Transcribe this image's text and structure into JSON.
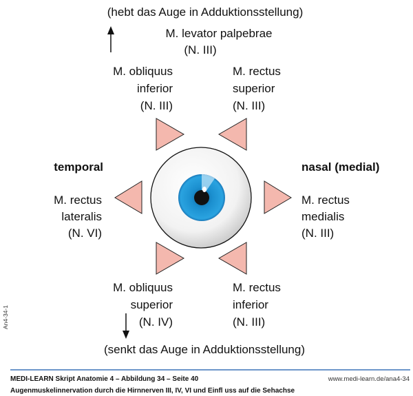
{
  "top_caption": "(hebt das Auge in Adduktionsstellung)",
  "bottom_caption": "(senkt das Auge in Adduktionsstellung)",
  "levator": {
    "name": "M. levator palpebrae",
    "nerve": "(N. III)"
  },
  "obliquus_inferior": {
    "line1": "M. obliquus",
    "line2": "inferior",
    "nerve": "(N. III)"
  },
  "rectus_superior": {
    "line1": "M. rectus",
    "line2": "superior",
    "nerve": "(N. III)"
  },
  "temporal_label": "temporal",
  "nasal_label": "nasal (medial)",
  "rectus_lateralis": {
    "line1": "M. rectus",
    "line2": "lateralis",
    "nerve": "(N. VI)"
  },
  "rectus_medialis": {
    "line1": "M. rectus",
    "line2": "medialis",
    "nerve": "(N. III)"
  },
  "obliquus_superior": {
    "line1": "M. obliquus",
    "line2": "superior",
    "nerve": "(N. IV)"
  },
  "rectus_inferior": {
    "line1": "M. rectus",
    "line2": "inferior",
    "nerve": "(N. III)"
  },
  "figure_id": "An4-34-1",
  "footer": {
    "source": "MEDI-LEARN Skript Anatomie 4 – Abbildung 34 – Seite 40",
    "url": "www.medi-learn.de/ana4-34",
    "title": "Augenmuskelinnervation durch die Hirnnerven III, IV, VI und Einfl uss auf die Sehachse"
  },
  "colors": {
    "triangle": "#f4b8ae",
    "iris": "#1f97d4",
    "rule": "#3b73b9"
  }
}
